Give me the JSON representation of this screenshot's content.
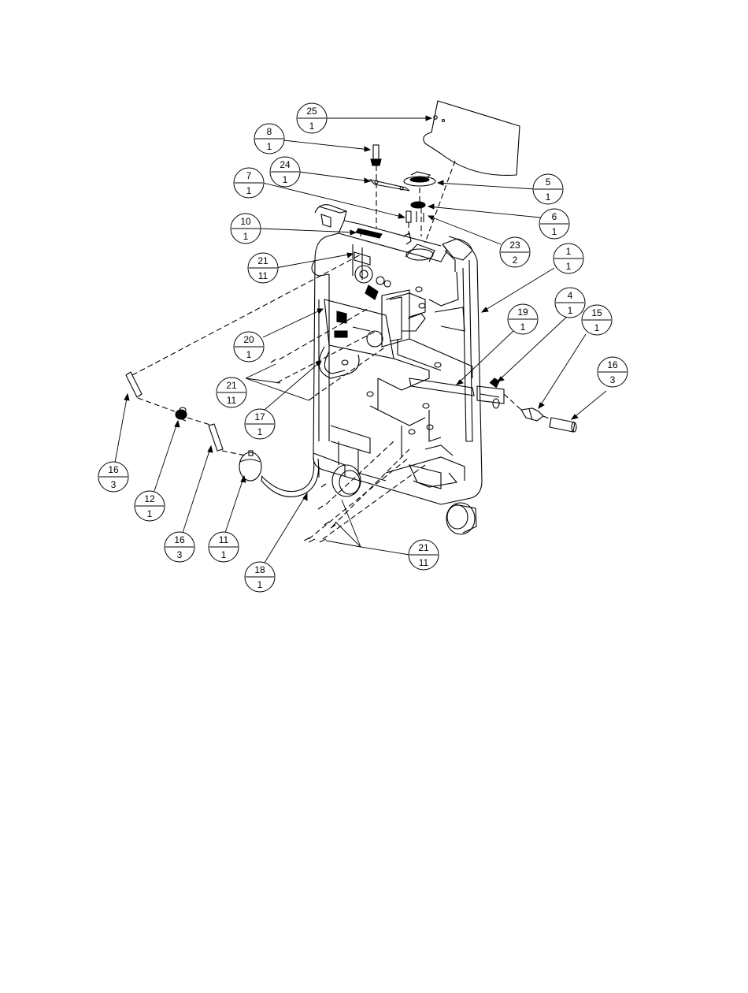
{
  "figure": {
    "type": "exploded-assembly-drawing",
    "balloons": [
      {
        "item": "25",
        "qty": "1"
      },
      {
        "item": "8",
        "qty": "1"
      },
      {
        "item": "24",
        "qty": "1"
      },
      {
        "item": "7",
        "qty": "1"
      },
      {
        "item": "10",
        "qty": "1"
      },
      {
        "item": "21",
        "qty": "11"
      },
      {
        "item": "20",
        "qty": "1"
      },
      {
        "item": "21",
        "qty": "11"
      },
      {
        "item": "17",
        "qty": "1"
      },
      {
        "item": "16",
        "qty": "3"
      },
      {
        "item": "12",
        "qty": "1"
      },
      {
        "item": "16",
        "qty": "3"
      },
      {
        "item": "11",
        "qty": "1"
      },
      {
        "item": "18",
        "qty": "1"
      },
      {
        "item": "21",
        "qty": "11"
      },
      {
        "item": "5",
        "qty": "1"
      },
      {
        "item": "6",
        "qty": "1"
      },
      {
        "item": "23",
        "qty": "2"
      },
      {
        "item": "1",
        "qty": "1"
      },
      {
        "item": "19",
        "qty": "1"
      },
      {
        "item": "4",
        "qty": "1"
      },
      {
        "item": "15",
        "qty": "1"
      },
      {
        "item": "16",
        "qty": "3"
      }
    ]
  }
}
